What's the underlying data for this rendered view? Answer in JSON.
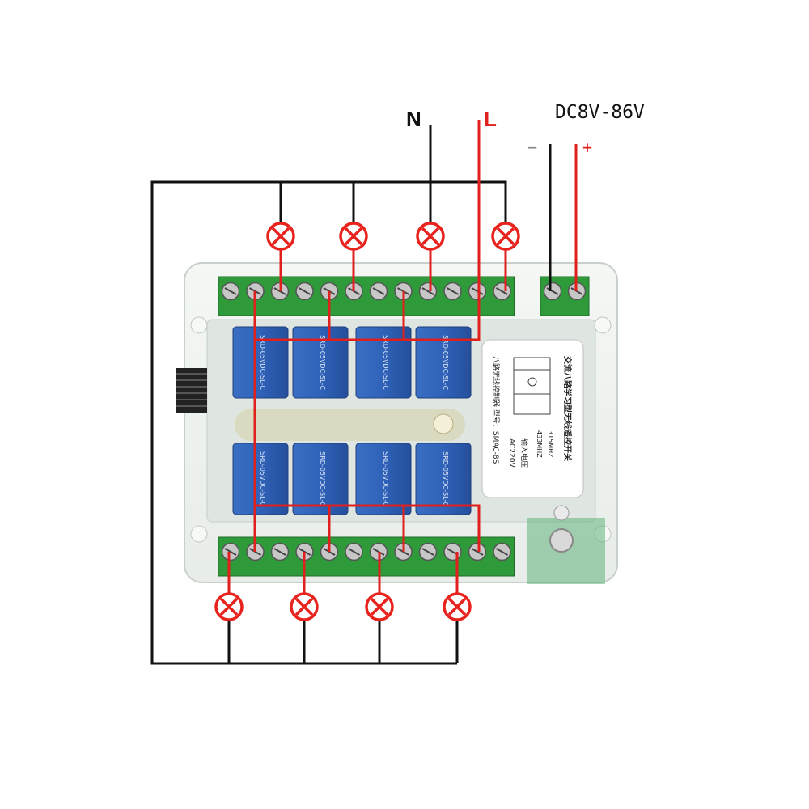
{
  "labels": {
    "neutral": "N",
    "live": "L",
    "dc_supply": "DC8V-86V",
    "dc_minus": "−",
    "dc_plus": "+"
  },
  "board": {
    "label_line1": "交流八路学习型无线遥控开关",
    "label_line2": "八路无线控制器  型号：SMAC-8S",
    "label_input": "输入电压",
    "label_ac": "AC220V",
    "label_freq1": "315MHZ",
    "label_freq2": "433MHZ",
    "relay_text": "SRD-05VDC-SL-C"
  },
  "colors": {
    "live_wire": "#e0201c",
    "neutral_wire": "#111111",
    "terminal_green": "#2f9a3a",
    "relay_blue": "#2f62b8",
    "lamp_red": "#e8231e"
  },
  "lamps": {
    "top_count": 4,
    "bottom_count": 4
  }
}
